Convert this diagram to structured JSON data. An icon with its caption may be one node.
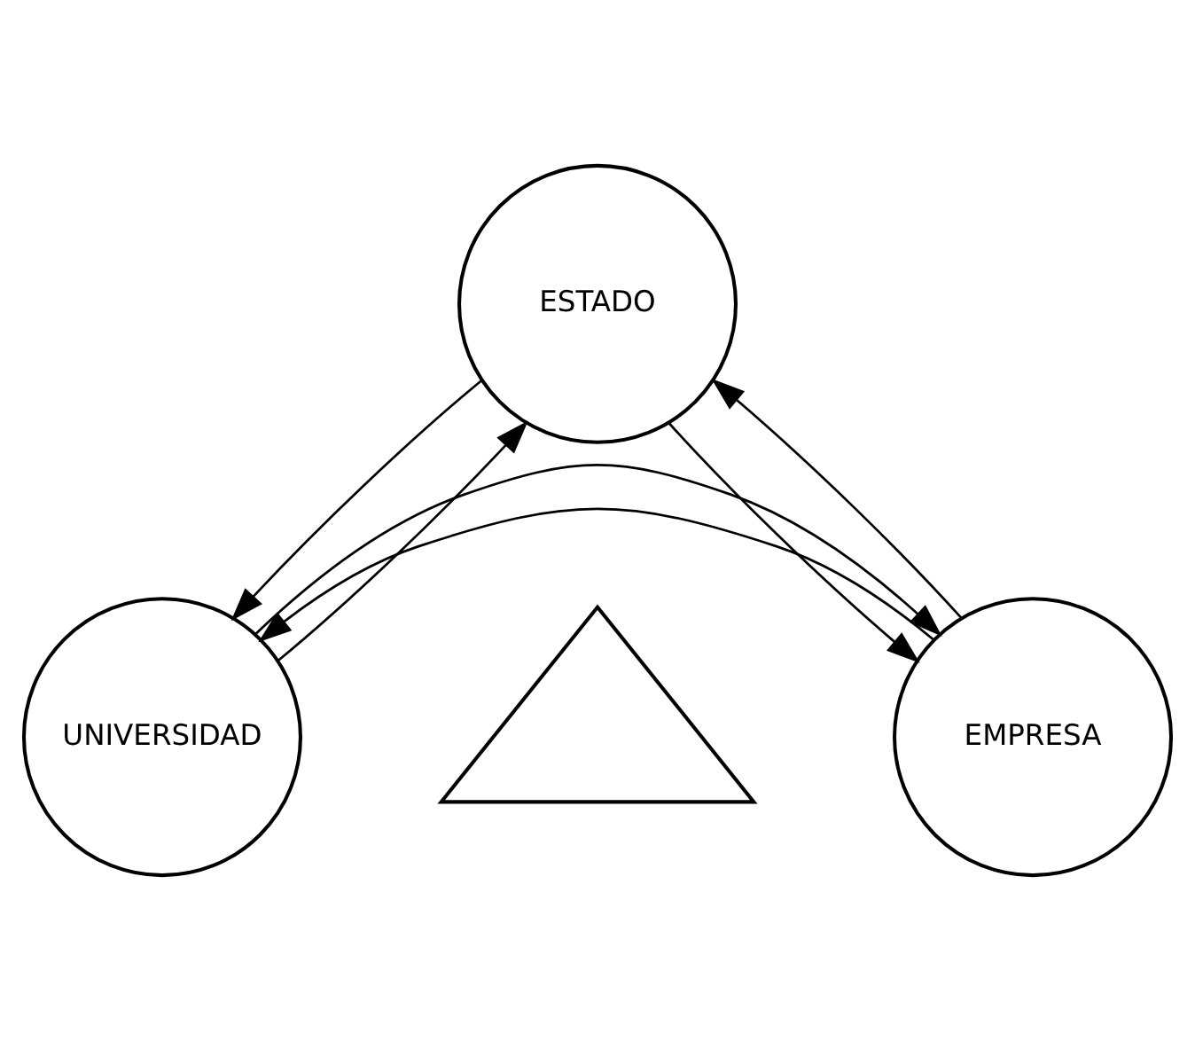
{
  "diagram": {
    "nodes": [
      {
        "text": [
          "ESTADO"
        ]
      },
      {
        "text": [
          "UNIVERSIDAD"
        ]
      },
      {
        "text": [],
        "shape": "triangle"
      },
      {
        "text": [
          "EMPRESA"
        ]
      }
    ],
    "edges": [
      {
        "from": 1,
        "to": 0,
        "arrow": "to"
      },
      {
        "from": 0,
        "to": 1,
        "arrow": "to"
      },
      {
        "from": 3,
        "to": 0,
        "arrow": "to"
      },
      {
        "from": 0,
        "to": 3,
        "arrow": "to"
      },
      {
        "from": 3,
        "to": 1,
        "arrow": "to"
      },
      {
        "from": 1,
        "to": 3,
        "arrow": "to"
      }
    ]
  }
}
